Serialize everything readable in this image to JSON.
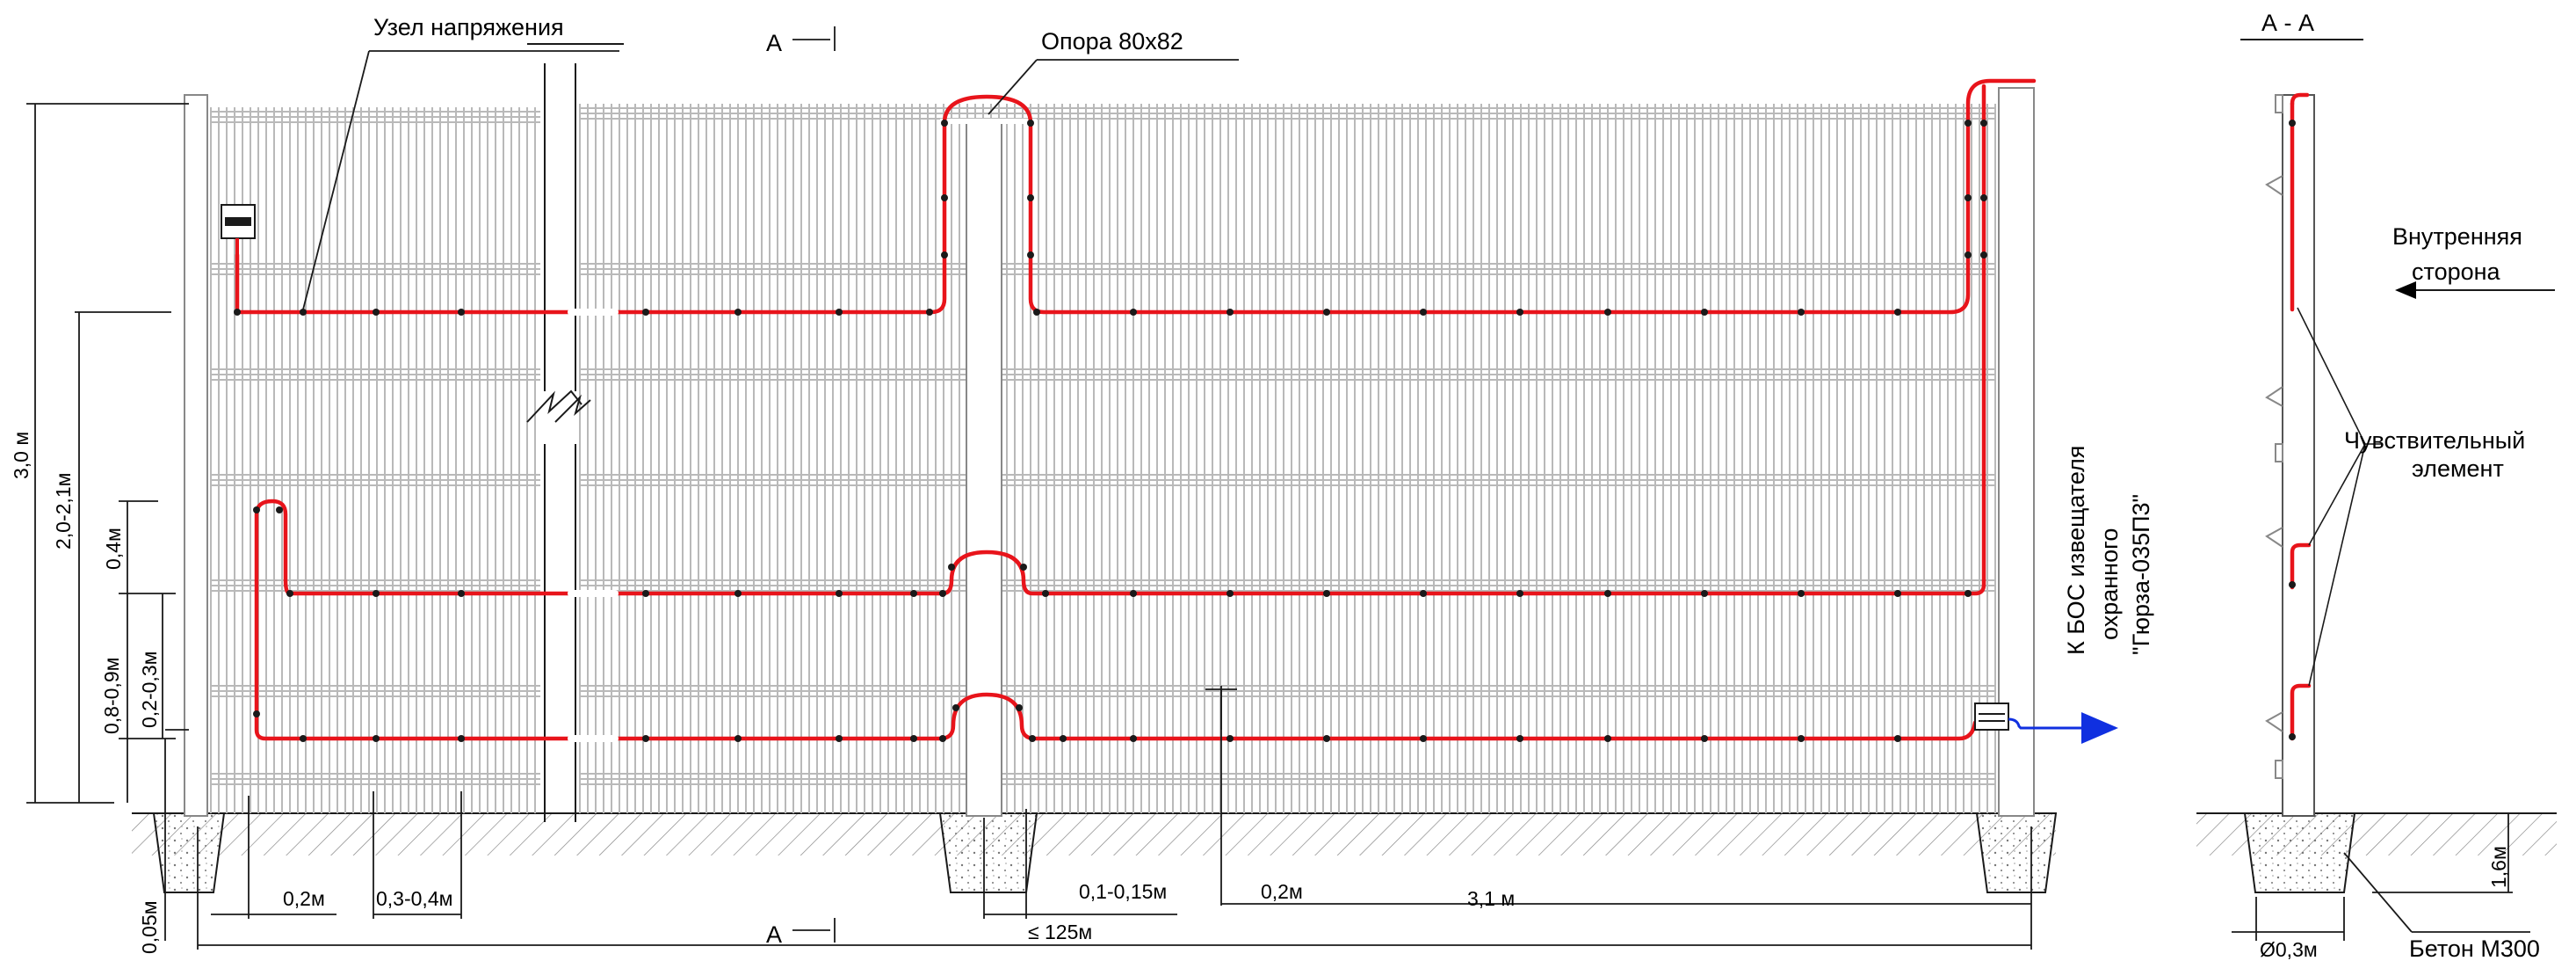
{
  "labels": {
    "voltage_node": "Узел напряжения",
    "support": "Опора 80х82",
    "section_mark": "А",
    "section_title": "А - А",
    "inner_side_line1": "Внутренняя",
    "inner_side_line2": "сторона",
    "sensitive_line1": "Чувствительный",
    "sensitive_line2": "элемент",
    "bos_line1": "К БОС извещателя",
    "bos_line2": "охранного",
    "bos_line3": "\"Гюрза-035П3\"",
    "concrete": "Бетон М300"
  },
  "dimensions": {
    "height_total": "3,0 м",
    "height_top": "2,0-2,1м",
    "height_mid": "0,8-0,9м",
    "gap_04": "0,4м",
    "gap_low": "0,2-0,3м",
    "ground_gap": "0,05м",
    "dist_02_left": "0,2м",
    "dist_03_04": "0,3-0,4м",
    "dist_01_015": "0,1-0,15м",
    "dist_02_mid": "0,2м",
    "dist_31": "3,1 м",
    "dist_125": "≤ 125м",
    "depth": "1,6м",
    "diameter": "Ø0,3м"
  },
  "colors": {
    "cable": "#e8141b",
    "mesh": "#b9b9b9",
    "line": "#1a1a1a",
    "arrow": "#1030e0"
  }
}
